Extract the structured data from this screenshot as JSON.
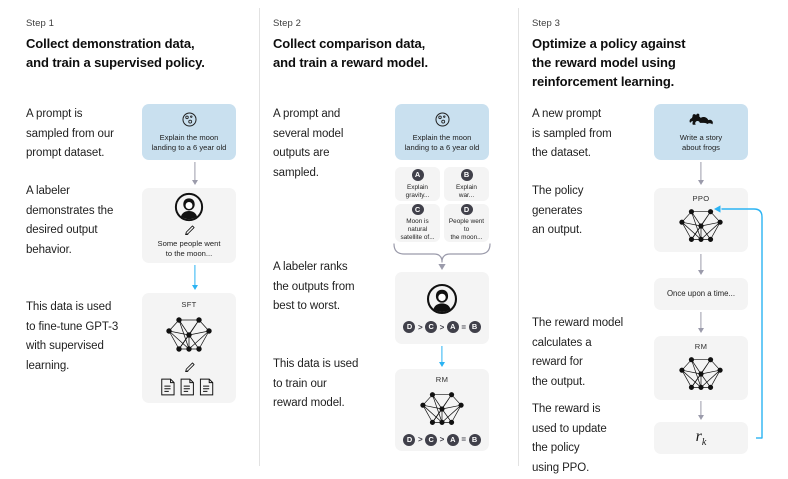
{
  "figure": {
    "title": "RLHF three-step training diagram",
    "accent_blue": "#2bb3f3",
    "prompt_box_blue": "#c9e0ef",
    "box_grey": "#f4f4f4",
    "arrow_grey": "#9b9bab"
  },
  "columns": [
    {
      "step_label": "Step 1",
      "title_line1": "Collect demonstration data,",
      "title_line2": "and train a supervised policy.",
      "paragraphs": [
        "A prompt is\nsampled from our\nprompt dataset.",
        "A labeler\ndemonstrates the\ndesired output\nbehavior.",
        "This data is used\nto fine-tune GPT-3\nwith supervised\nlearning."
      ],
      "prompt_box": {
        "icon": "moon-icon",
        "caption_line1": "Explain the moon",
        "caption_line2": "landing to a 6 year old"
      },
      "labeler_box": {
        "icon": "labeler-avatar-icon",
        "pencil": "pencil-icon",
        "caption_line1": "Some people went",
        "caption_line2": "to the moon..."
      },
      "model_box": {
        "tag": "SFT",
        "icon": "neural-network-icon",
        "pencil": "pencil-icon",
        "docs": "documents-icon"
      }
    },
    {
      "step_label": "Step 2",
      "title_line1": "Collect comparison data,",
      "title_line2": "and train a reward model.",
      "paragraphs": [
        "A prompt and\nseveral model\noutputs are\nsampled.",
        "A labeler ranks\nthe outputs from\nbest to worst.",
        "This data is used\nto train our\nreward model."
      ],
      "prompt_box": {
        "icon": "moon-icon",
        "caption_line1": "Explain the moon",
        "caption_line2": "landing to a 6 year old"
      },
      "outputs": [
        {
          "letter": "A",
          "text": "Explain gravity..."
        },
        {
          "letter": "B",
          "text": "Explain war..."
        },
        {
          "letter": "C",
          "text": "Moon is natural\nsatellite of..."
        },
        {
          "letter": "D",
          "text": "People went to\nthe moon..."
        }
      ],
      "labeler_box": {
        "icon": "labeler-avatar-icon",
        "ranking": [
          "D",
          ">",
          "C",
          ">",
          "A",
          "=",
          "B"
        ]
      },
      "model_box": {
        "tag": "RM",
        "icon": "neural-network-icon",
        "ranking": [
          "D",
          ">",
          "C",
          ">",
          "A",
          "=",
          "B"
        ]
      }
    },
    {
      "step_label": "Step 3",
      "title_line1": "Optimize a policy against",
      "title_line2": "the reward model using",
      "title_line3": "reinforcement learning.",
      "paragraphs": [
        "A new prompt\nis sampled from\nthe dataset.",
        "The policy\ngenerates\nan output.",
        "The reward model\ncalculates a\nreward for\nthe output.",
        "The reward is\nused to update\nthe policy\nusing PPO."
      ],
      "prompt_box": {
        "icon": "frog-icon",
        "caption_line1": "Write a story",
        "caption_line2": "about frogs"
      },
      "policy_box": {
        "tag": "PPO",
        "icon": "neural-network-icon"
      },
      "output_box": {
        "text": "Once upon a time..."
      },
      "reward_box": {
        "tag": "RM",
        "icon": "neural-network-icon"
      },
      "reward_value": {
        "symbol": "r",
        "subscript": "k"
      }
    }
  ]
}
